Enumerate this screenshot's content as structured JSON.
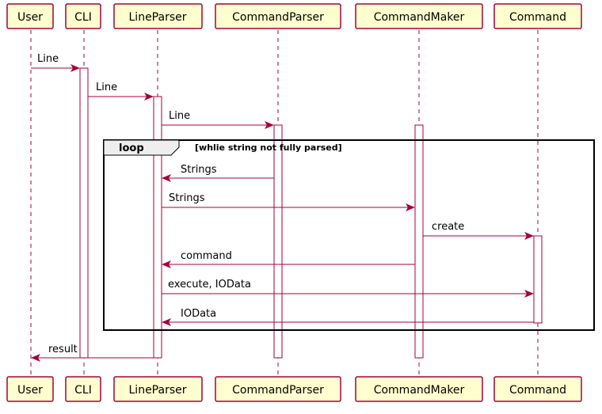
{
  "participants": [
    {
      "id": "user",
      "label": "User"
    },
    {
      "id": "cli",
      "label": "CLI"
    },
    {
      "id": "lineparser",
      "label": "LineParser"
    },
    {
      "id": "commandparser",
      "label": "CommandParser"
    },
    {
      "id": "commandmaker",
      "label": "CommandMaker"
    },
    {
      "id": "command",
      "label": "Command"
    }
  ],
  "loop": {
    "keyword": "loop",
    "condition": "[whlie string not fully parsed]"
  },
  "messages": [
    {
      "from": "user",
      "to": "cli",
      "label": "Line"
    },
    {
      "from": "cli",
      "to": "lineparser",
      "label": "Line"
    },
    {
      "from": "lineparser",
      "to": "commandparser",
      "label": "Line"
    },
    {
      "from": "commandparser",
      "to": "lineparser",
      "label": "Strings"
    },
    {
      "from": "lineparser",
      "to": "commandmaker",
      "label": "Strings"
    },
    {
      "from": "commandmaker",
      "to": "command",
      "label": "create"
    },
    {
      "from": "commandmaker",
      "to": "lineparser",
      "label": "command"
    },
    {
      "from": "lineparser",
      "to": "command",
      "label": "execute, IOData"
    },
    {
      "from": "command",
      "to": "lineparser",
      "label": "IOData"
    },
    {
      "from": "lineparser",
      "to": "user",
      "label": "result"
    }
  ],
  "colors": {
    "participant_fill": "#fefece",
    "line": "#a80036",
    "loop_tab": "#eeeeee"
  }
}
